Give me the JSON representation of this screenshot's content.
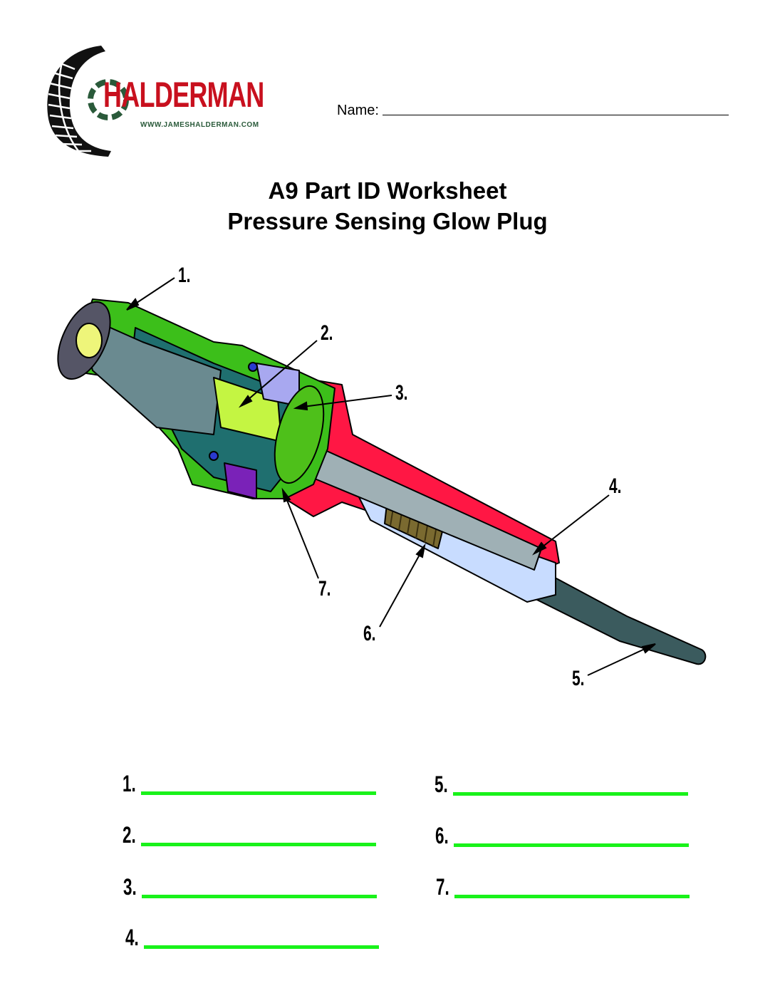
{
  "logo": {
    "brand": "HALDERMAN",
    "url": "WWW.JAMESHALDERMAN.COM"
  },
  "header": {
    "name_label": "Name:"
  },
  "title": {
    "line1": "A9 Part ID Worksheet",
    "line2": "Pressure Sensing Glow Plug"
  },
  "diagram": {
    "callouts": [
      "1.",
      "2.",
      "3.",
      "4.",
      "5.",
      "6.",
      "7."
    ]
  },
  "answers": [
    {
      "num": "1.",
      "value": ""
    },
    {
      "num": "2.",
      "value": ""
    },
    {
      "num": "3.",
      "value": ""
    },
    {
      "num": "4.",
      "value": ""
    },
    {
      "num": "5.",
      "value": ""
    },
    {
      "num": "6.",
      "value": ""
    },
    {
      "num": "7.",
      "value": ""
    }
  ],
  "colors": {
    "answer_line": "#19f21a",
    "brand_red": "#c8101e",
    "brand_green": "#2a5a3a"
  }
}
